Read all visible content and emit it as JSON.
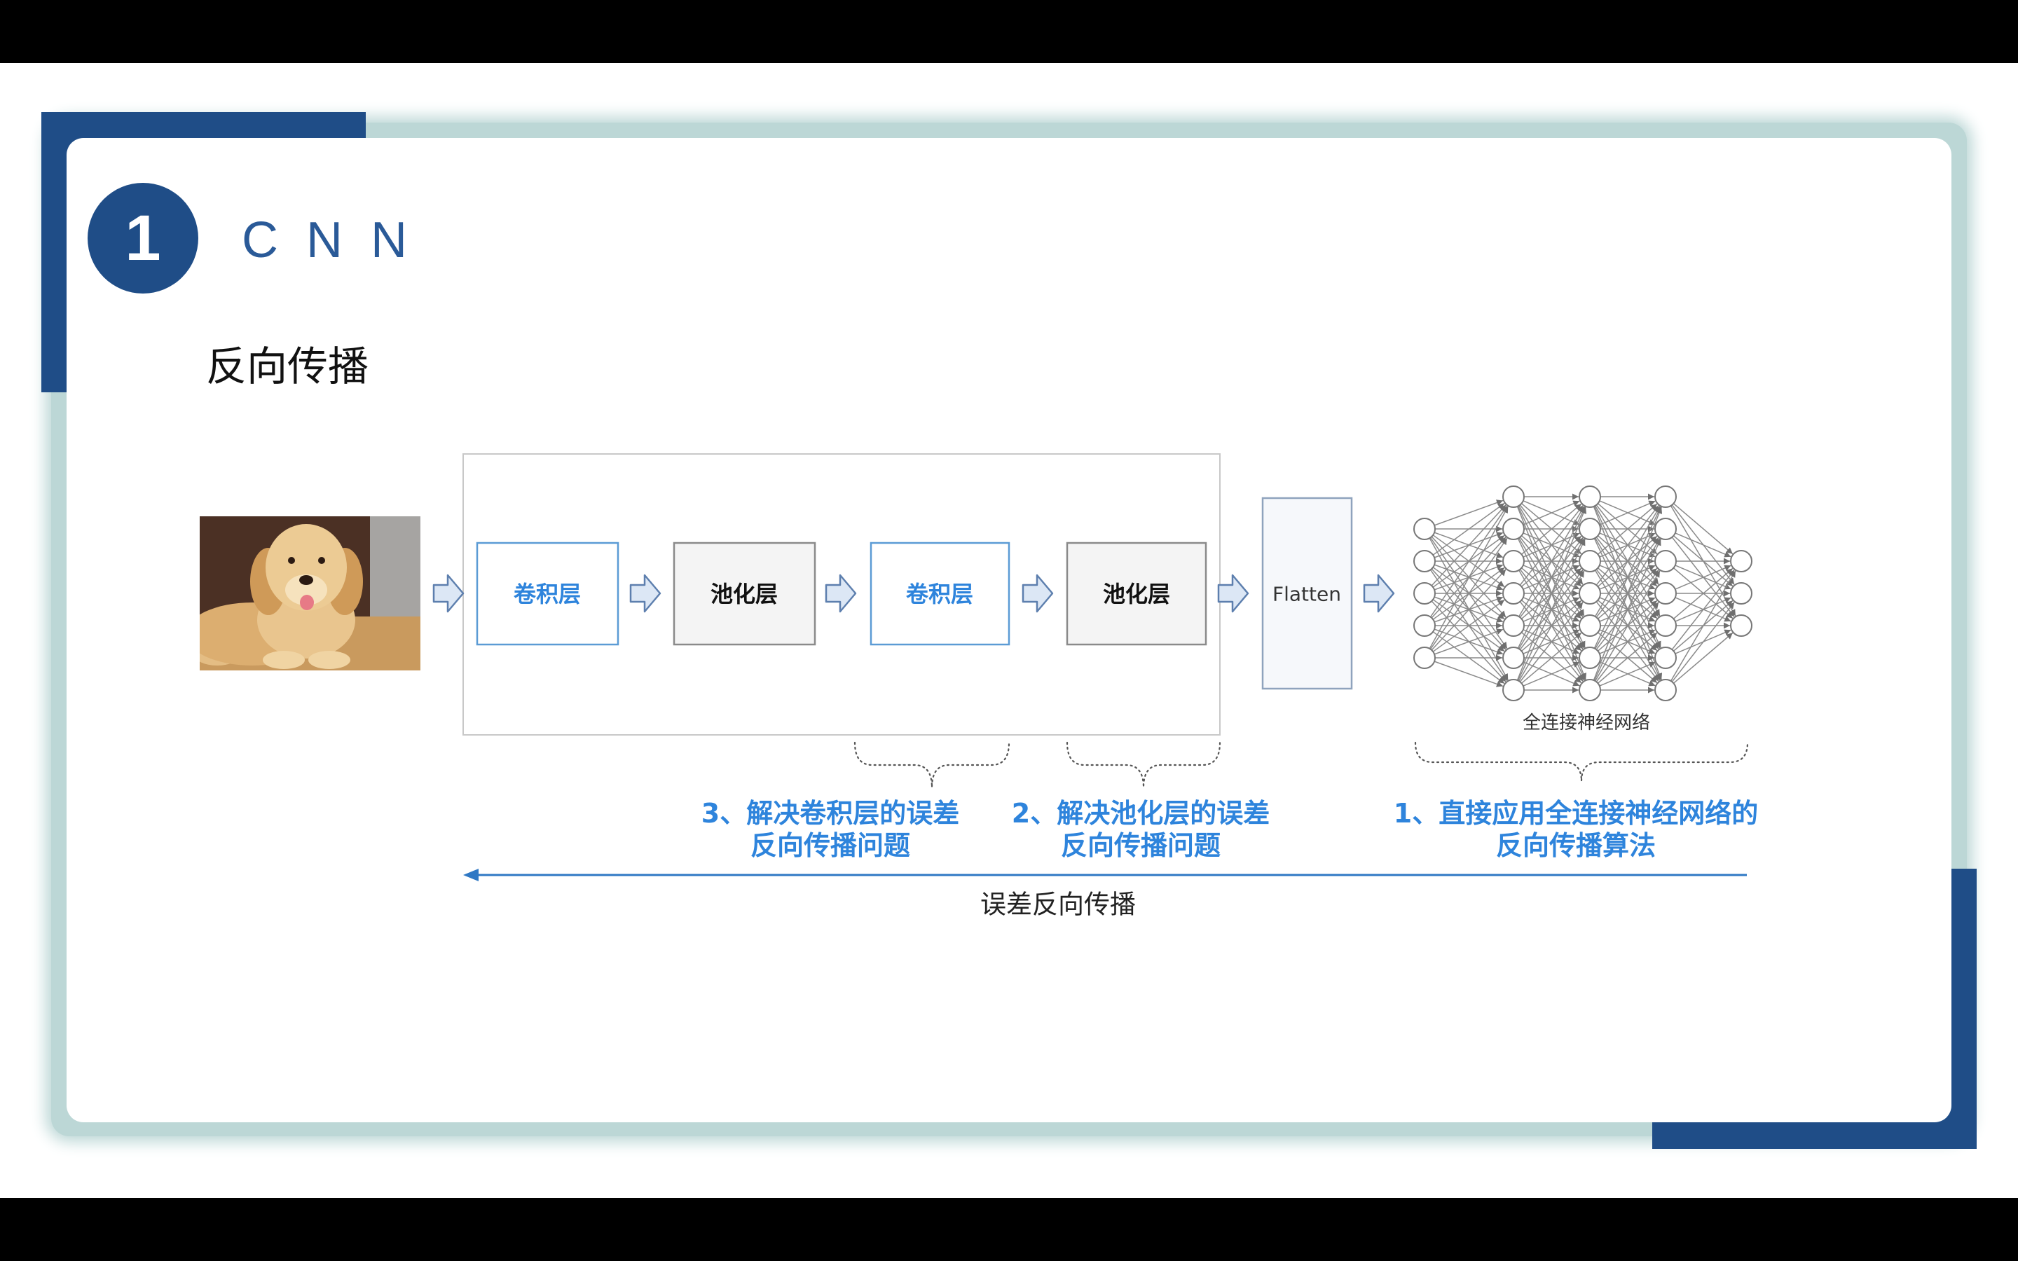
{
  "colors": {
    "navy": "#1f4d87",
    "frame": "#bcd7d6",
    "title": "#2a5a98",
    "accent": "#2e84dc",
    "conv_border": "#5b9bd5",
    "backprop_line": "#2f78c4"
  },
  "slide": {
    "number": "1",
    "title": "C N N",
    "subtitle": "反向传播"
  },
  "diagram": {
    "layers": [
      {
        "label": "卷积层"
      },
      {
        "label": "池化层"
      },
      {
        "label": "卷积层"
      },
      {
        "label": "池化层"
      }
    ],
    "flatten": "Flatten",
    "fc_label": "全连接神经网络",
    "fc_layer_sizes": [
      5,
      7,
      7,
      7,
      3
    ],
    "notes": [
      {
        "line1": "3、解决卷积层的误差",
        "line2": "反向传播问题"
      },
      {
        "line1": "2、解决池化层的误差",
        "line2": "反向传播问题"
      },
      {
        "line1": "1、直接应用全连接神经网络的",
        "line2": "反向传播算法"
      }
    ],
    "backprop_label": "误差反向传播"
  }
}
